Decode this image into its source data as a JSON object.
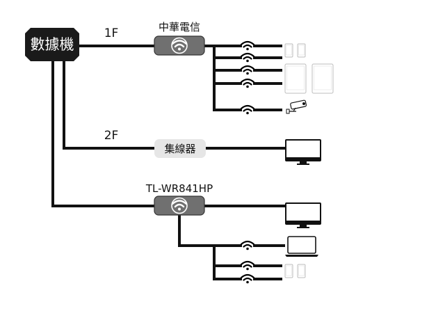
{
  "colors": {
    "line": "#111111",
    "modem_fill": "#1a1a1a",
    "router_fill": "#707070",
    "router_stroke": "#333333",
    "hub_fill": "#e6e6e6",
    "device_outline": "#bdbdbd",
    "screen_fill": "#111111"
  },
  "modem": {
    "label": "數據機"
  },
  "floors": {
    "first": "1F",
    "second": "2F"
  },
  "router_1f": {
    "label": "中華電信",
    "icon": "wifi-icon"
  },
  "hub_2f": {
    "label": "集線器"
  },
  "router_tl": {
    "label": "TL-WR841HP",
    "icon": "wifi-icon"
  },
  "devices": {
    "phones": "phone-icon",
    "tablets": "tablet-icon",
    "camera": "security-camera-icon",
    "monitor": "monitor-icon",
    "laptop": "laptop-icon"
  }
}
